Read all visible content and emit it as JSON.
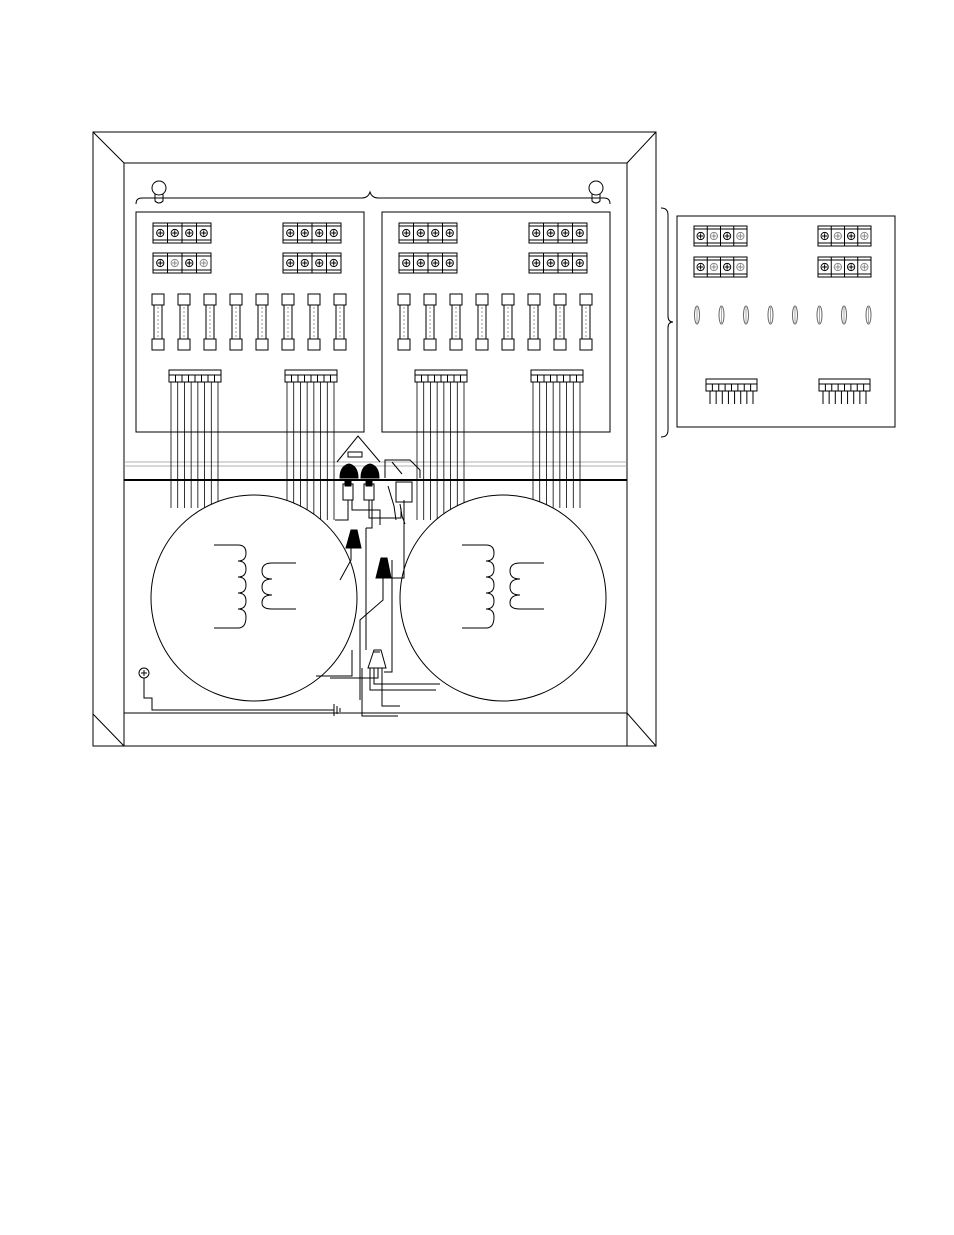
{
  "diagram": {
    "subject": "power-supply-enclosure-wiring",
    "colors": {
      "line": "#000000",
      "background": "#ffffff",
      "light-line": "#888888"
    },
    "boards": [
      {
        "id": "left-board",
        "terminal_blocks": 4,
        "screws_per_block": 4,
        "fuses": 8,
        "connectors": 2
      },
      {
        "id": "right-board",
        "terminal_blocks": 4,
        "screws_per_block": 4,
        "fuses": 8,
        "connectors": 2
      },
      {
        "id": "detail-board",
        "terminal_blocks": 4,
        "screws_per_block": 4,
        "fuse_clips": 8,
        "connectors": 2
      }
    ],
    "transformers": 2,
    "wire_nuts": 3,
    "ground_terminals": 1
  }
}
